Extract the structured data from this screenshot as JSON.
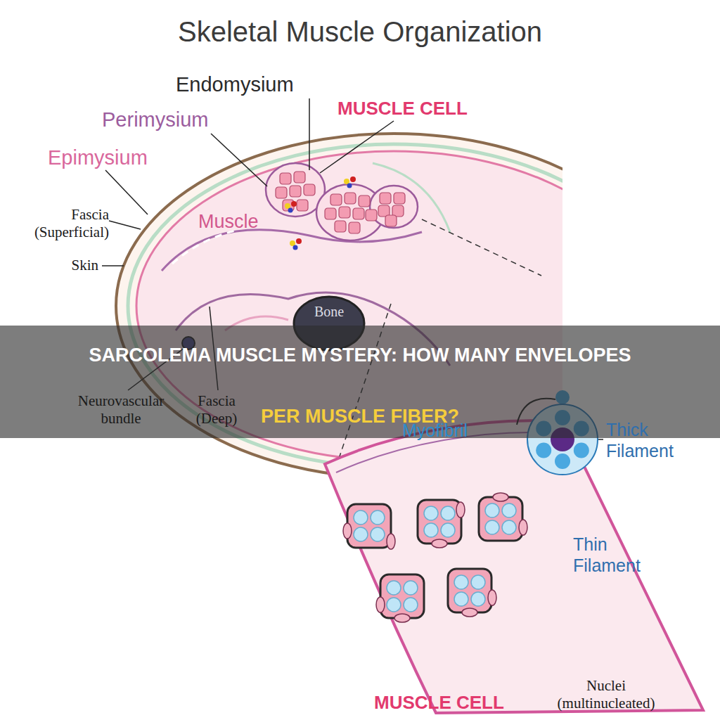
{
  "diagram": {
    "title": "Skeletal Muscle Organization",
    "nodes": [
      {
        "text": [
          "Bone"
        ]
      }
    ],
    "labels": [
      "Endomysium",
      "MUSCLE CELL",
      "Perimysium",
      "Epimysium",
      "Muscle",
      "Fascia (Superficial)",
      "Skin",
      "SARCOLEMA MUSCLE MYSTERY: HOW MANY ENVELOPES",
      "PER MUSCLE FIBER?",
      "Neurovascular bundle",
      "Fascia (Deep)",
      "Myofibril",
      "Thick Filament",
      "Thin Filament",
      "Nuclei (multinucleated)",
      "MUSCLE CELL"
    ]
  }
}
